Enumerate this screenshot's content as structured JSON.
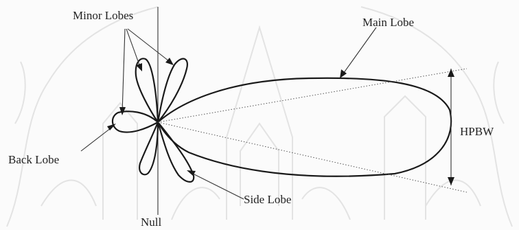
{
  "labels": {
    "minor_lobes": "Minor Lobes",
    "main_lobe": "Main Lobe",
    "hpbw": "HPBW",
    "back_lobe": "Back Lobe",
    "side_lobe": "Side Lobe",
    "null": "Null"
  },
  "colors": {
    "ink": "#1a1a1a",
    "watermark": "#e3e3e3",
    "background": "#fbfbfb"
  }
}
